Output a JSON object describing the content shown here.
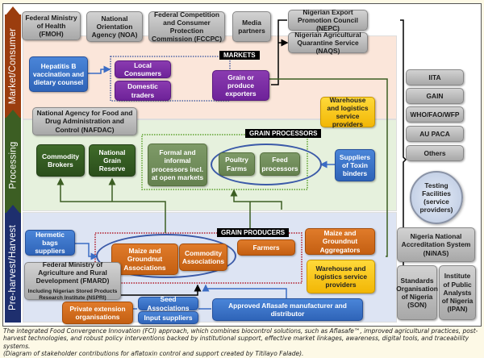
{
  "stages": {
    "market": "Market/Consumer",
    "processing": "Processing",
    "preharvest": "Pre-harvest/Harvest"
  },
  "stage_colors": {
    "market": "#9b3d0e",
    "processing": "#3c5e23",
    "preharvest": "#1e2f6e"
  },
  "market_regulators": [
    "Federal Ministry of Health (FMOH)",
    "National Orientation Agency (NOA)",
    "Federal Competition and Consumer Protection Commission (FCCPC)",
    "Media partners",
    "Nigerian Export Promotion Council (NEPC)",
    "Nigerian Agricultural Quarantine Service (NAQS)"
  ],
  "markets": {
    "label": "MARKETS",
    "hepatitis": "Hepatitis B vaccination and dietary counsel",
    "local_consumers": "Local Consumers",
    "domestic_traders": "Domestic traders",
    "exporters": "Grain or produce exporters"
  },
  "processing": {
    "nafdac": "National Agency for Food and Drug Administration and Control (NAFDAC)",
    "warehouse": "Warehouse and logistics service providers",
    "label": "GRAIN PROCESSORS",
    "commodity_brokers": "Commodity Brokers",
    "grain_reserve": "National Grain Reserve",
    "formal_processors": "Formal and informal processors incl. at open markets",
    "poultry": "Poultry Farms",
    "feed": "Feed processors",
    "toxin_binders": "Suppliers of Toxin binders"
  },
  "preharvest": {
    "label": "GRAIN PRODUCERS",
    "hermetic": "Hermetic bags suppliers",
    "fmard": "Federal Ministry of Agriculture and Rural Development (FMARD)",
    "nspri": "Including Nigerian Stored Products Research Institute (NSPRI)",
    "maize_assoc": "Maize and Groundnut Associations",
    "commodity_assoc": "Commodity Associations",
    "farmers": "Farmers",
    "aggregators": "Maize and Groundnut Aggregators",
    "warehouse": "Warehouse and logistics service providers",
    "private_ext": "Private extension organisations",
    "seed_assoc": "Seed Associations",
    "input_suppliers": "Input suppliers",
    "aflasafe": "Approved Aflasafe manufacturer and distributor"
  },
  "right_panel": {
    "orgs": [
      "IITA",
      "GAIN",
      "WHO/FAO/WFP",
      "AU PACA",
      "Others"
    ],
    "testing": "Testing Facilities (service providers)",
    "ninas": "Nigeria National Accreditation System (NiNAS)",
    "son": "Standards Organisation of Nigeria (SON)",
    "ipan": "Institute of Public Analysts of Nigeria (IPAN)"
  },
  "caption": {
    "line1": "The integrated Food Convergence Innovation (FCI) approach, which combines biocontrol solutions, such as Aflasafe™, improved agricultural practices, post-harvest technologies, and robust policy interventions backed by institutional support, effective market linkages, awareness, digital tools, and traceability systems.",
    "line2": "(Diagram of stakeholder contributions for aflatoxin control and support created by Titilayo Falade)."
  }
}
